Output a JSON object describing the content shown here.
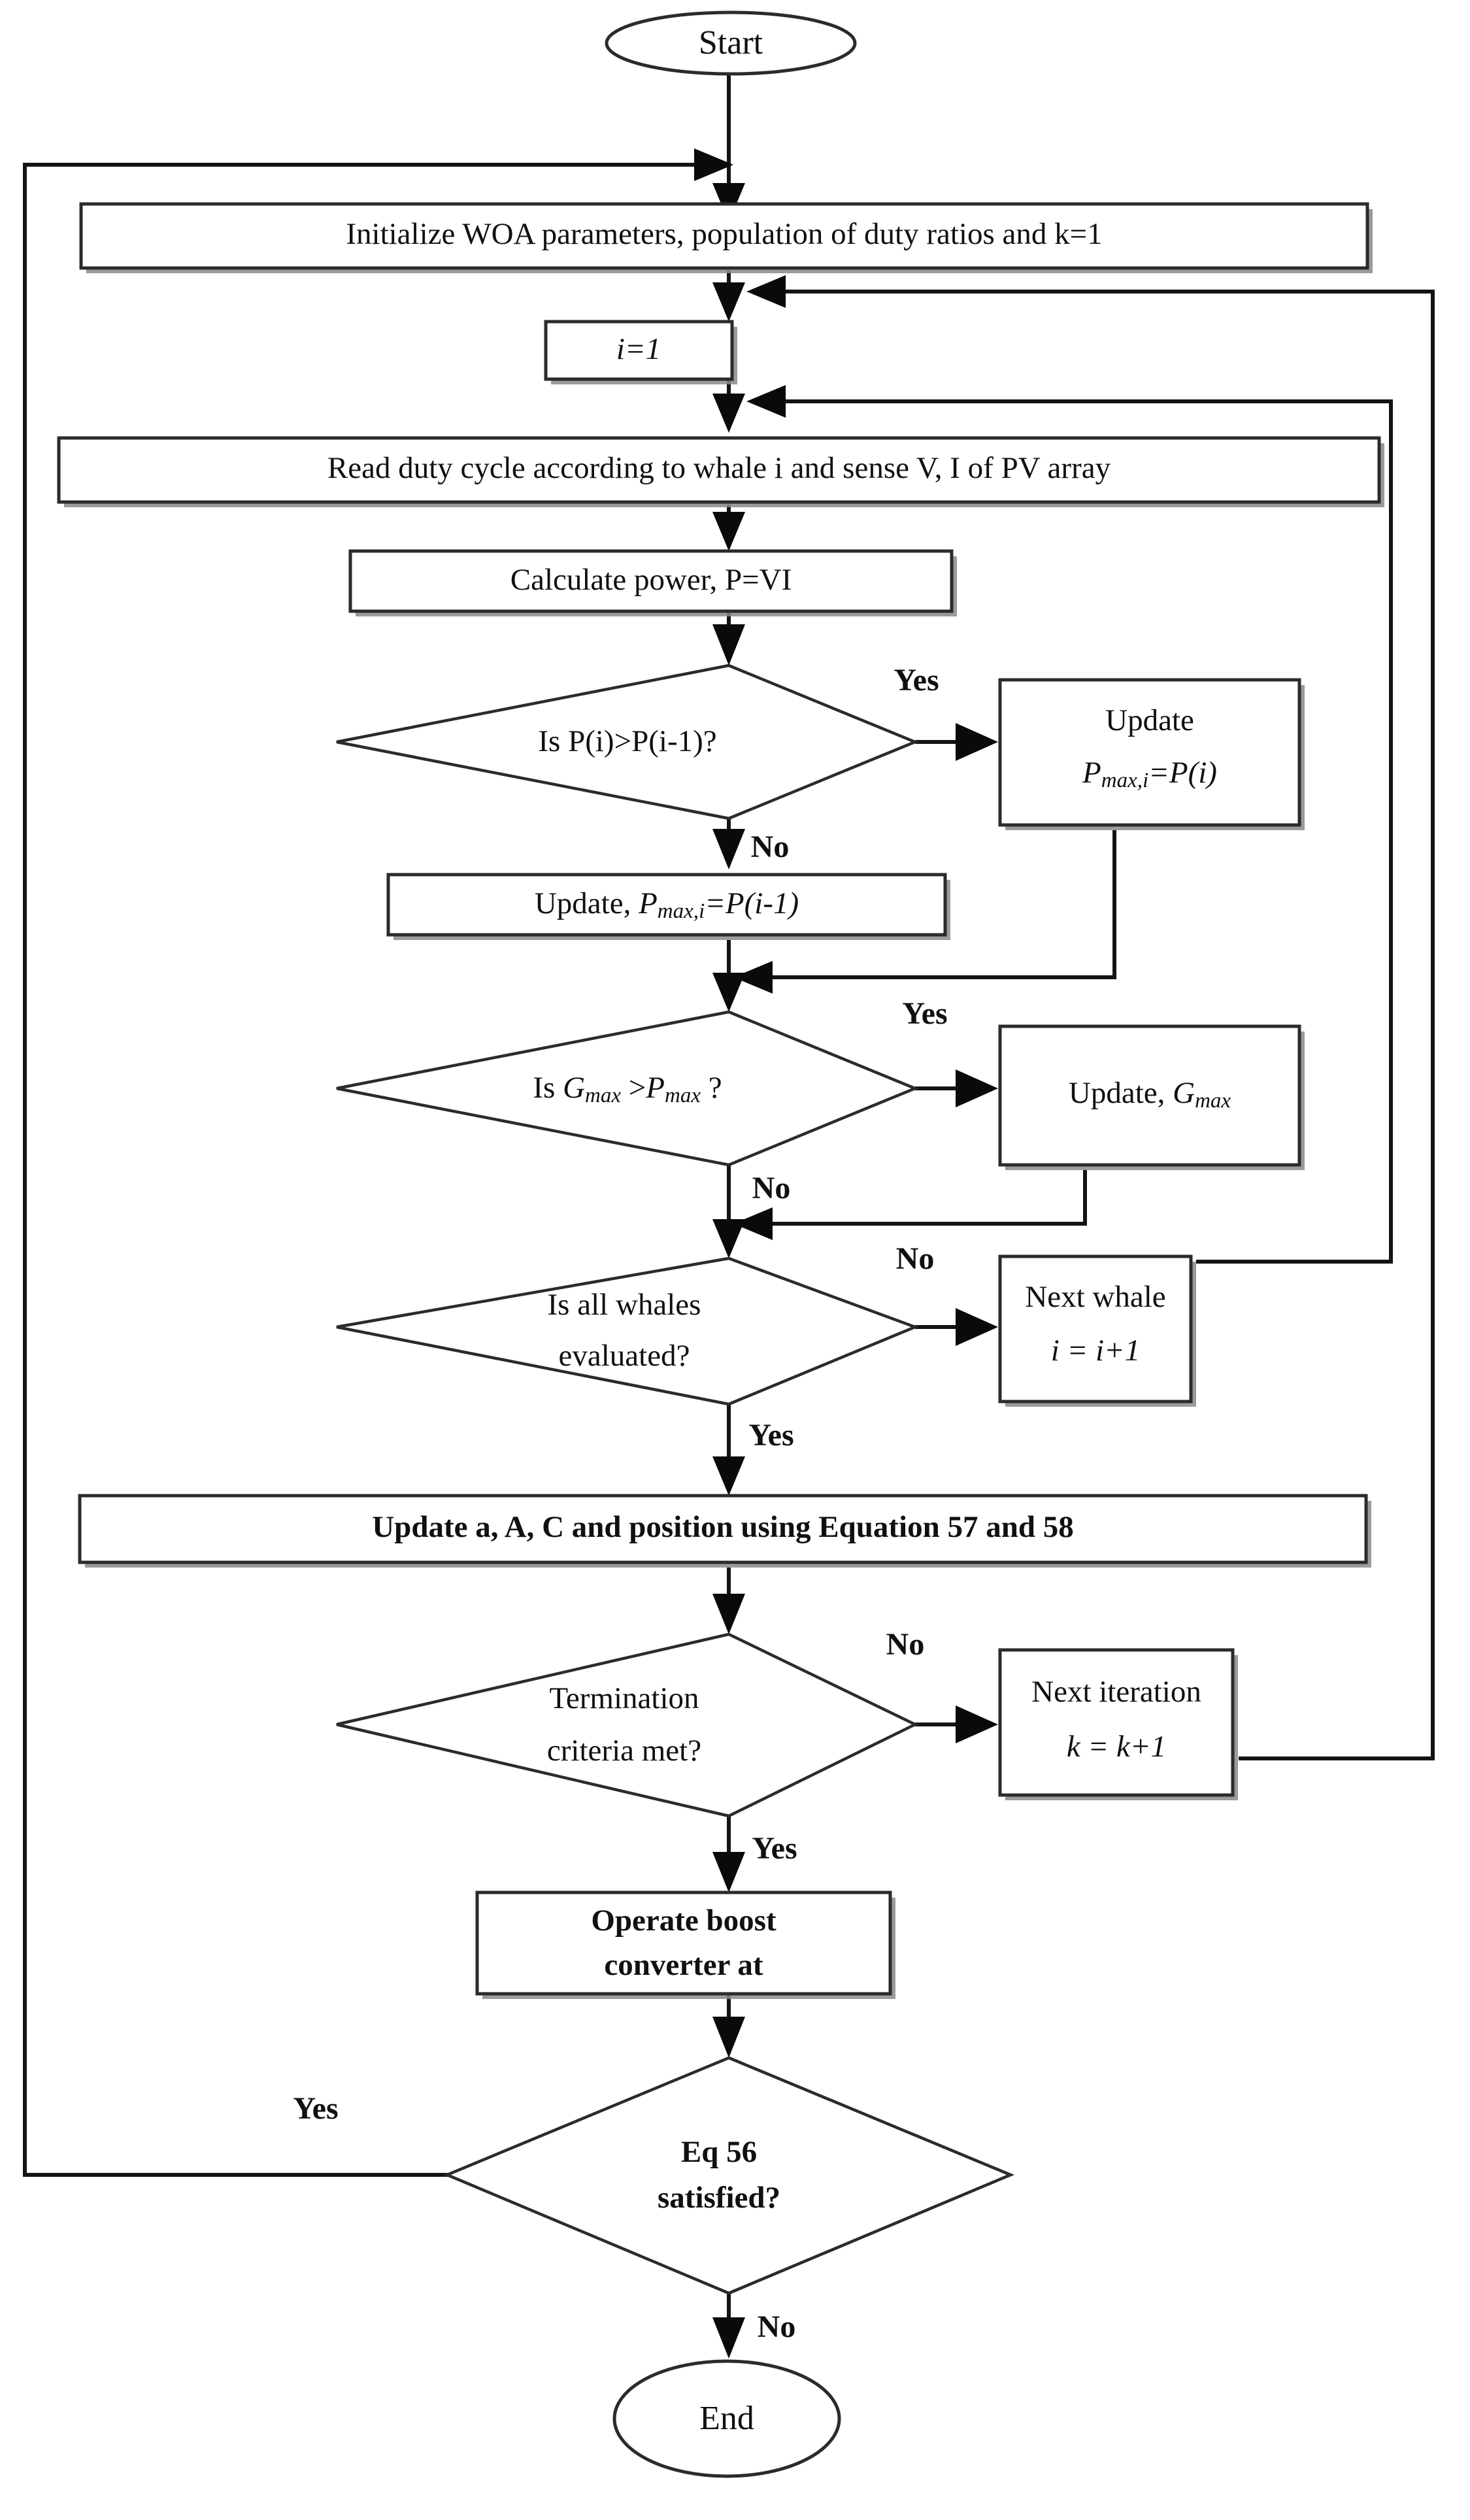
{
  "diagram": {
    "title": "WOA MPPT algorithm flowchart",
    "colors": {
      "stroke": "#2b2b2b",
      "edge": "#141414",
      "fill": "#ffffff",
      "shadow": "#8a8a8a"
    },
    "nodes": {
      "start": {
        "label": "Start",
        "type": "terminator"
      },
      "init": {
        "label": "Initialize WOA parameters, population of duty ratios and k=1",
        "type": "process"
      },
      "i_init": {
        "label": "i=1",
        "type": "process"
      },
      "read_duty": {
        "label": "Read duty cycle according to whale i and sense V, I of PV array",
        "type": "process"
      },
      "calc_power": {
        "label": "Calculate power, P=VI",
        "type": "process"
      },
      "dec_p": {
        "label": "Is P(i)>P(i-1)?",
        "type": "decision"
      },
      "upd_pmax_i": {
        "line1": "Update",
        "line2": "Pmax,i=P(i)",
        "type": "process"
      },
      "upd_pmax_im1": {
        "label": "Update, Pmax,i=P(i-1)",
        "type": "process"
      },
      "dec_g": {
        "label": "Is Gmax >Pmax ?",
        "type": "decision"
      },
      "upd_gmax": {
        "label": "Update, Gmax",
        "type": "process"
      },
      "dec_whales": {
        "line1": "Is all whales",
        "line2": "evaluated?",
        "type": "decision"
      },
      "next_whale": {
        "line1": "Next whale",
        "line2": "i = i+1",
        "type": "process"
      },
      "upd_aac": {
        "label": "Update a, A, C and position using Equation 57 and 58",
        "type": "process"
      },
      "dec_term": {
        "line1": "Termination",
        "line2": "criteria met?",
        "type": "decision"
      },
      "next_iter": {
        "line1": "Next iteration",
        "line2": "k = k+1",
        "type": "process"
      },
      "operate": {
        "line1": "Operate boost",
        "line2": "converter at",
        "type": "process"
      },
      "dec_eq56": {
        "line1": "Eq 56",
        "line2": "satisfied?",
        "type": "decision"
      },
      "end": {
        "label": "End",
        "type": "terminator"
      }
    },
    "edge_labels": {
      "p_yes": "Yes",
      "p_no": "No",
      "g_yes": "Yes",
      "g_no": "No",
      "whales_no": "No",
      "whales_yes": "Yes",
      "term_no": "No",
      "term_yes": "Yes",
      "eq56_yes": "Yes",
      "eq56_no": "No"
    }
  }
}
